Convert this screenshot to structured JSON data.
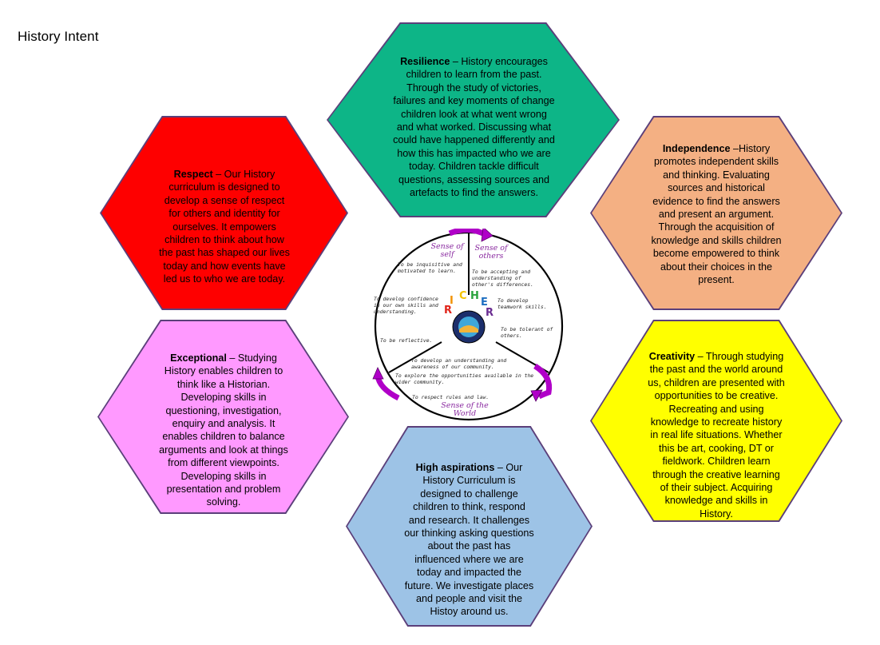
{
  "page": {
    "title": "History Intent"
  },
  "hexagons": {
    "resilience": {
      "heading": "Resilience",
      "text": " – History encourages children to learn from the past. Through the study of victories, failures and key moments of change children look at what went wrong and what worked. Discussing what could have happened differently and how this has impacted who we are today. Children tackle difficult questions, assessing sources and artefacts to find the answers.",
      "color": "#0db587"
    },
    "respect": {
      "heading": "Respect",
      "text": " – Our History curriculum is designed to develop a sense of respect for others and identity for ourselves. It empowers children to think about how the past has shaped our lives today and how events have led us to who we are today.",
      "color": "#fe0000"
    },
    "independence": {
      "heading": "Independence",
      "text": " –History promotes independent skills and thinking. Evaluating sources and historical evidence to find the answers and present an argument. Through the acquisition of knowledge and skills children become empowered to think about their choices in the present.",
      "color": "#f4b083"
    },
    "exceptional": {
      "heading": "Exceptional",
      "text": " – Studying History enables children to think like a Historian. Developing skills in questioning, investigation, enquiry and analysis. It enables children to balance arguments and look at things from different viewpoints. Developing skills in presentation and problem solving.",
      "color": "#ff99ff"
    },
    "creativity": {
      "heading": "Creativity",
      "text": " – Through studying the past and the world around us, children are presented with opportunities to be creative. Recreating and using knowledge to recreate history in real life situations. Whether this be art, cooking, DT or fieldwork. Children learn through the creative learning of their subject. Acquiring knowledge and skills in History.",
      "color": "#ffff00"
    },
    "high_aspirations": {
      "heading": "High aspirations",
      "text": " – Our History Curriculum is designed to challenge children to think, respond and research. It challenges our thinking asking questions about the past has influenced where we are today and impacted the future. We investigate places and people and visit the Histoy around us.",
      "color": "#9dc3e6"
    }
  },
  "wheel": {
    "arrow_color": "#b000c8",
    "letters": [
      "R",
      "I",
      "C",
      "H",
      "E",
      "R"
    ],
    "sense_of_self": {
      "heading": "Sense of self",
      "items": [
        "To be inquisitive and motivated to learn.",
        "To develop confidence in our own skills and understanding.",
        "To be reflective."
      ]
    },
    "sense_of_others": {
      "heading": "Sense of others",
      "items": [
        "To be accepting and understanding of other's differences.",
        "To develop teamwork skills.",
        "To be tolerant of others."
      ]
    },
    "sense_of_world": {
      "heading": "Sense of the World",
      "items": [
        "To develop an understanding and awareness of our community.",
        "To explore the opportunities available in the wider community.",
        "To respect rules and law."
      ]
    }
  }
}
